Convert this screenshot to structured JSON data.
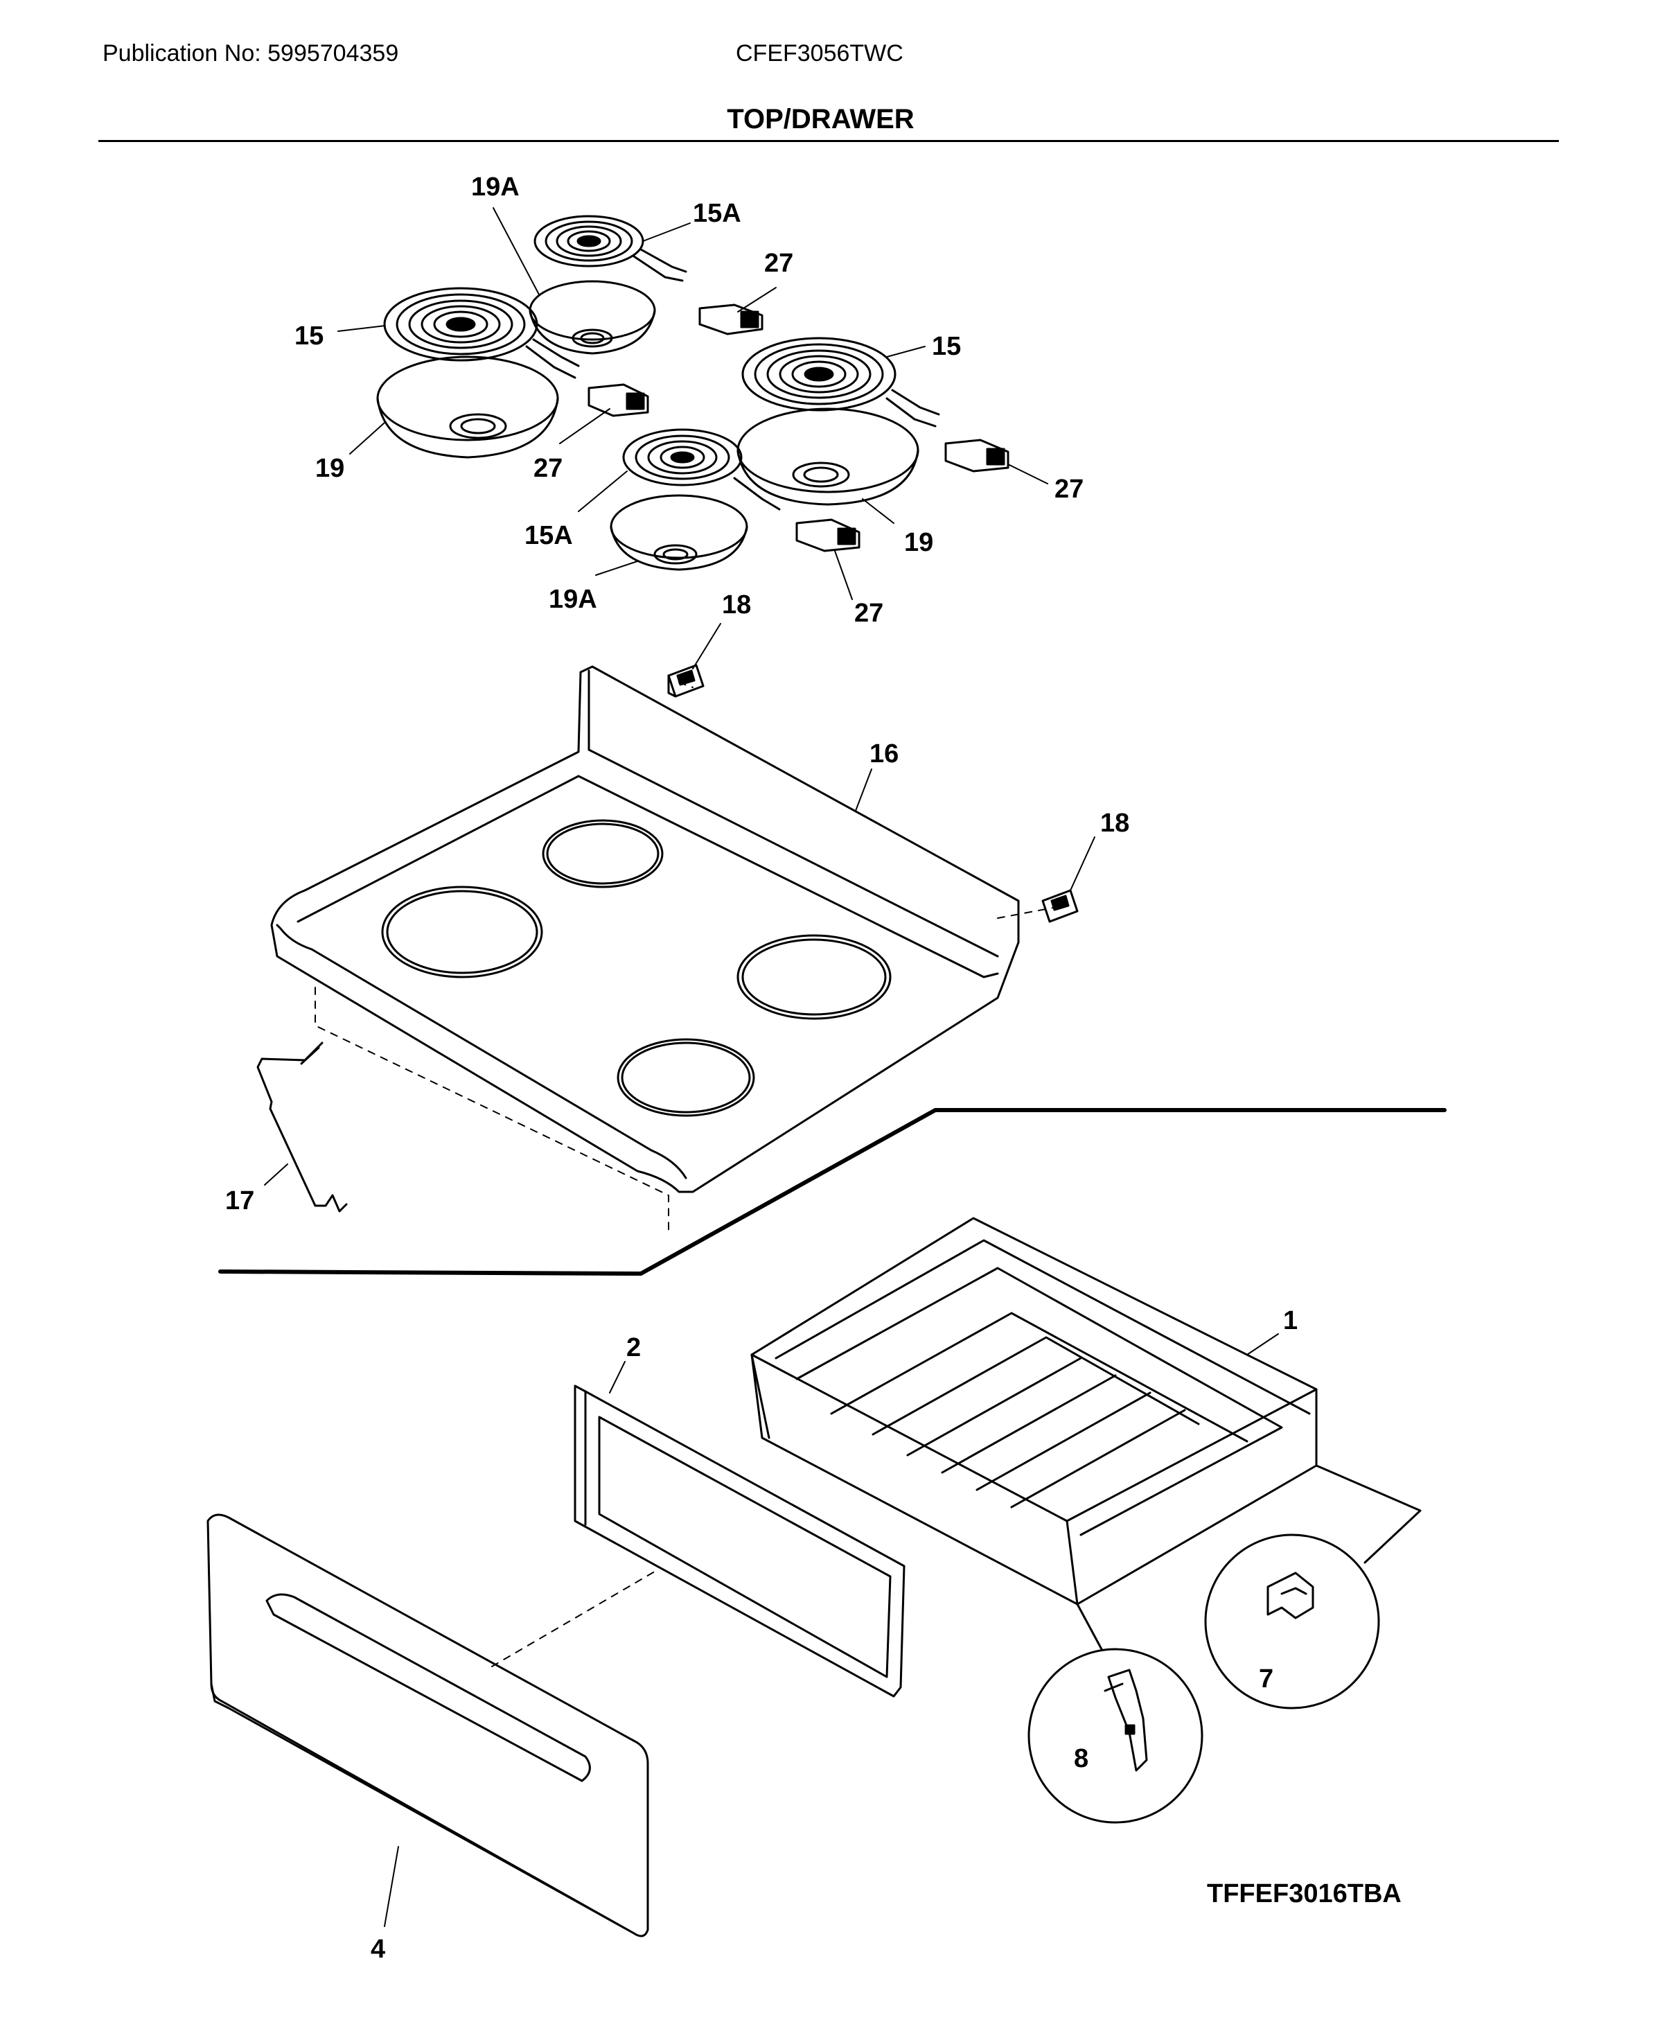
{
  "header": {
    "publication": "Publication No: 5995704359",
    "model": "CFEF3056TWC",
    "title": "TOP/DRAWER"
  },
  "figure_code": "TFFEF3016TBA",
  "callouts": {
    "c19A_top": "19A",
    "c15A_top": "15A",
    "c27_top": "27",
    "c15_left": "15",
    "c15_right": "15",
    "c19_left": "19",
    "c27_mid": "27",
    "c27_right": "27",
    "c15A_bottom": "15A",
    "c19_right": "19",
    "c19A_bottom": "19A",
    "c27_bottom": "27",
    "c18_top": "18",
    "c16": "16",
    "c18_right": "18",
    "c17": "17",
    "c1": "1",
    "c2": "2",
    "c7": "7",
    "c8": "8",
    "c4": "4"
  }
}
